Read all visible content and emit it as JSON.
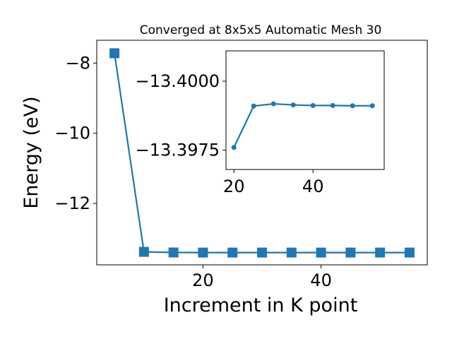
{
  "chart_data": [
    {
      "type": "line",
      "title": "Converged at 8x5x5 Automatic Mesh 30",
      "xlabel": "Increment in K point",
      "ylabel": "Energy (eV)",
      "xlim": [
        2,
        58
      ],
      "ylim": [
        -13.75,
        -7.35
      ],
      "xticks": [
        20,
        40
      ],
      "xtick_labels": [
        "20",
        "40"
      ],
      "yticks": [
        -8,
        -10,
        -12
      ],
      "ytick_labels": [
        "−8",
        "−10",
        "−12"
      ],
      "grid": false,
      "legend": "none",
      "marker": "square",
      "color": "#1f77b4",
      "x": [
        5,
        10,
        15,
        20,
        25,
        30,
        35,
        40,
        45,
        50,
        55
      ],
      "y": [
        -7.72,
        -13.38,
        -13.398,
        -13.4,
        -13.4,
        -13.4,
        -13.4,
        -13.4,
        -13.4,
        -13.4,
        -13.4
      ]
    },
    {
      "type": "line",
      "inset": true,
      "xlim": [
        18,
        58
      ],
      "ylim": [
        -13.3968,
        -13.4011
      ],
      "xticks": [
        20,
        40
      ],
      "xtick_labels": [
        "20",
        "40"
      ],
      "yticks": [
        -13.4,
        -13.3975
      ],
      "ytick_labels": [
        "−13.4000",
        "−13.3975"
      ],
      "grid": false,
      "marker": "circle",
      "color": "#1f77b4",
      "x": [
        20,
        25,
        30,
        35,
        40,
        45,
        50,
        55
      ],
      "y": [
        -13.3976,
        -13.3991,
        -13.39918,
        -13.39914,
        -13.39912,
        -13.39912,
        -13.39911,
        -13.39911
      ]
    }
  ]
}
